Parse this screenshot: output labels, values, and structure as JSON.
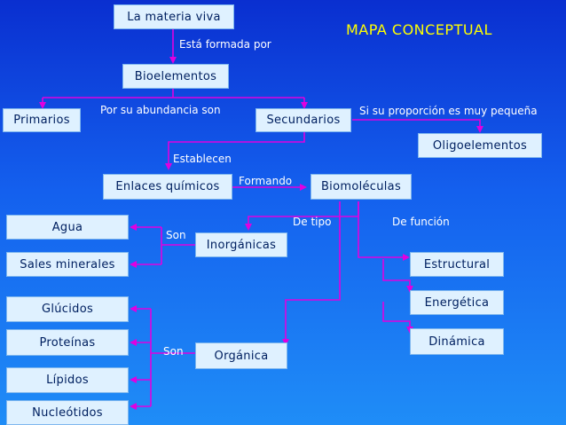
{
  "title": "MAPA CONCEPTUAL",
  "nodes": {
    "materia": "La materia viva",
    "bioelementos": "Bioelementos",
    "primarios": "Primarios",
    "secundarios": "Secundarios",
    "oligoelementos": "Oligoelementos",
    "enlaces": "Enlaces químicos",
    "biomoleculas": "Biomoléculas",
    "agua": "Agua",
    "sales": "Sales minerales",
    "inorganicas": "Inorgánicas",
    "estructural": "Estructural",
    "energetica": "Energética",
    "dinamica": "Dinámica",
    "glucidos": "Glúcidos",
    "proteinas": "Proteínas",
    "lipidos": "Lípidos",
    "nucleotidos": "Nucleótidos",
    "organica": "Orgánica"
  },
  "links": {
    "formada": "Está formada por",
    "abundancia": "Por su abundancia son",
    "proporcion": "Si su proporción es muy pequeña",
    "establecen": "Establecen",
    "formando": "Formando",
    "detipo": "De tipo",
    "defuncion": "De función",
    "son_inorg": "Son",
    "son_org": "Son"
  },
  "colors": {
    "arrow": "#e000e0",
    "box_bg": "#dff1ff",
    "box_text": "#002060",
    "title": "#ffff00"
  }
}
